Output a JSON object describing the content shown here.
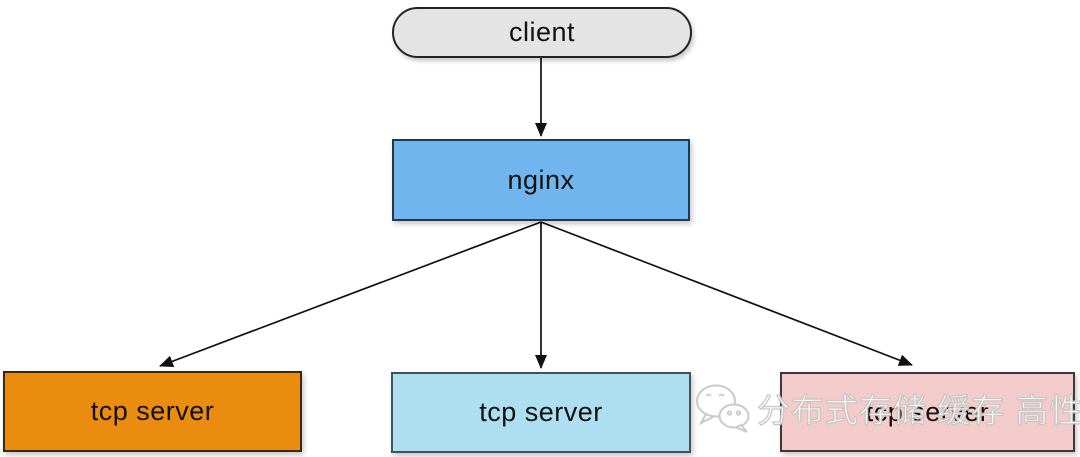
{
  "diagram": {
    "background": "#ffffff",
    "edge_color": "#111111",
    "nodes": {
      "client": {
        "label": "client",
        "shape": "stadium",
        "fill": "#e4e4e4",
        "border": "#242424"
      },
      "nginx": {
        "label": "nginx",
        "shape": "rectangle",
        "fill": "#70b5ee",
        "border": "#1f3a50"
      },
      "tcp_left": {
        "label": "tcp server",
        "shape": "rectangle",
        "fill": "#ea8c10",
        "border": "#2f2a1a"
      },
      "tcp_middle": {
        "label": "tcp server",
        "shape": "rectangle",
        "fill": "#addff0",
        "border": "#3e545c"
      },
      "tcp_right": {
        "label": "tcp server",
        "shape": "rectangle",
        "fill": "#f3cbca",
        "border": "#423637"
      }
    },
    "edges": [
      {
        "from": "client",
        "to": "nginx"
      },
      {
        "from": "nginx",
        "to": "tcp_left"
      },
      {
        "from": "nginx",
        "to": "tcp_middle"
      },
      {
        "from": "nginx",
        "to": "tcp_right"
      }
    ]
  },
  "watermark": {
    "icon": "wechat-logo",
    "text": "分布式存储 缓存 高性能",
    "text_color": "#ffffff",
    "outline_color": "#c6c6c6"
  }
}
